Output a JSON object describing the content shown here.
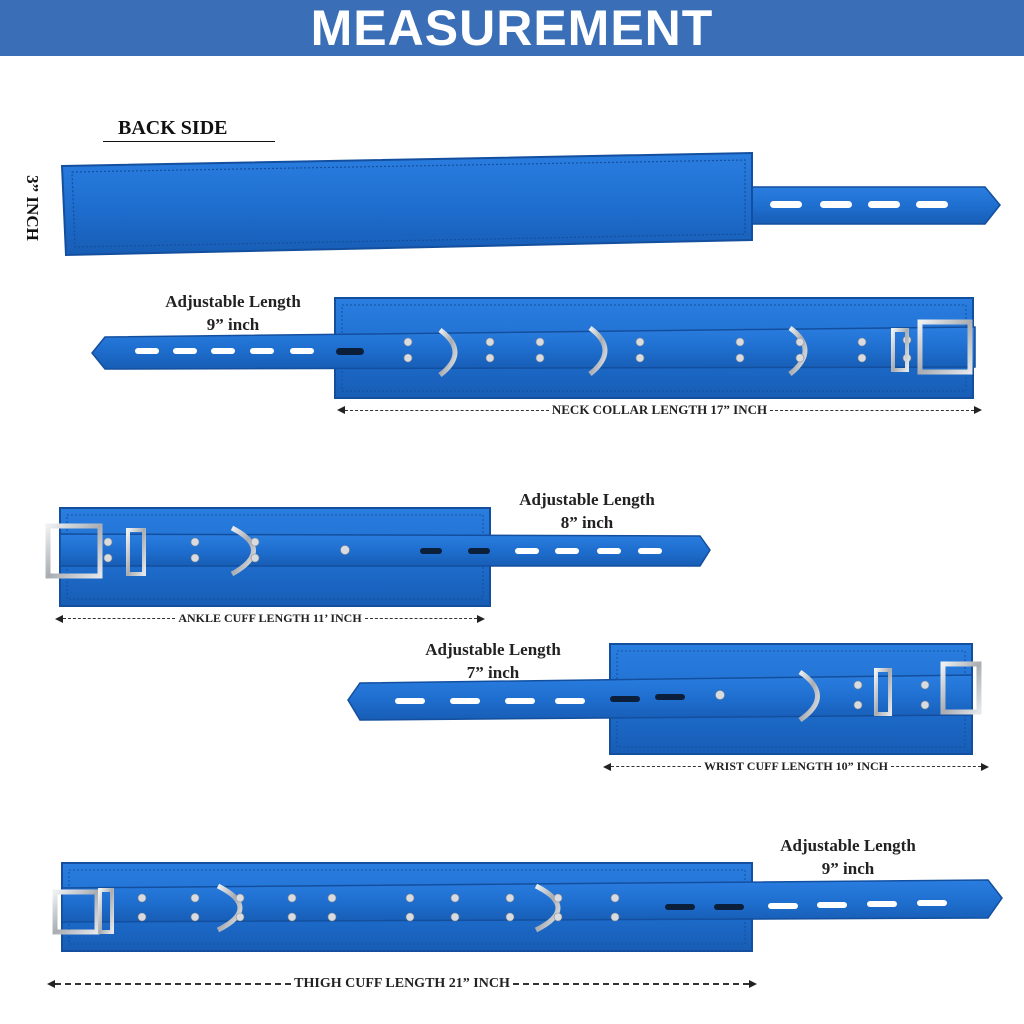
{
  "header": {
    "title": "MEASUREMENT"
  },
  "back_side": {
    "label": "BACK SIDE",
    "width_label": "3” INCH"
  },
  "neck": {
    "adjustable": "Adjustable Length",
    "adjust_value": "9” inch",
    "length_label": "NECK  COLLAR  LENGTH 17”  INCH"
  },
  "ankle": {
    "adjustable": "Adjustable Length",
    "adjust_value": "8” inch",
    "length_label": "ANKLE CUFF LENGTH 11’ INCH"
  },
  "wrist": {
    "adjustable": "Adjustable Length",
    "adjust_value": "7” inch",
    "length_label": "WRIST CUFF LENGTH  10” INCH"
  },
  "thigh": {
    "adjustable": "Adjustable Length",
    "adjust_value": "9” inch",
    "length_label": "THIGH CUFF LENGTH 21” INCH"
  },
  "colors": {
    "header_bg": "#3a6fb8",
    "leather": "#1f6fd0",
    "leather_dark": "#134f9e",
    "metal": "#c9ccd0"
  }
}
